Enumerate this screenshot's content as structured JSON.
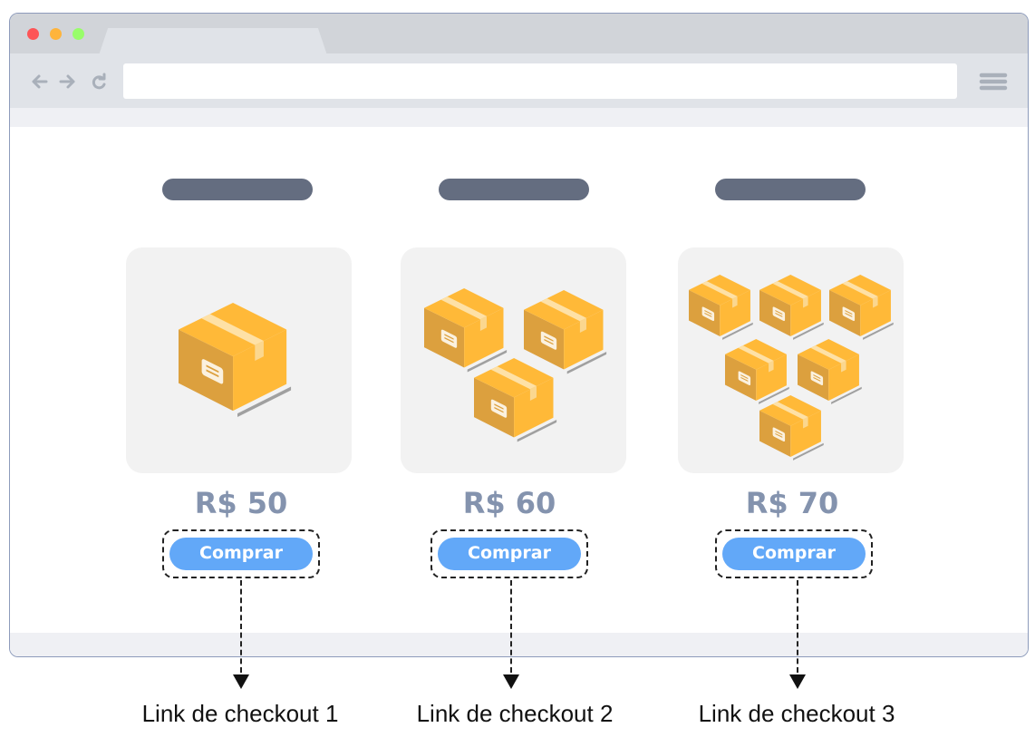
{
  "browser": {
    "window_controls": [
      "close",
      "minimize",
      "maximize"
    ],
    "nav_icons": [
      "back-arrow-icon",
      "forward-arrow-icon",
      "reload-icon",
      "menu-icon"
    ]
  },
  "colors": {
    "accent": "#62a8f8",
    "price": "#8493ae",
    "box": "#ffb938"
  },
  "products": [
    {
      "price": "R$ 50",
      "button": "Comprar",
      "box_count": 1,
      "checkout_label": "Link de checkout 1"
    },
    {
      "price": "R$ 60",
      "button": "Comprar",
      "box_count": 3,
      "checkout_label": "Link de checkout 2"
    },
    {
      "price": "R$ 70",
      "button": "Comprar",
      "box_count": 6,
      "checkout_label": "Link de checkout 3"
    }
  ]
}
